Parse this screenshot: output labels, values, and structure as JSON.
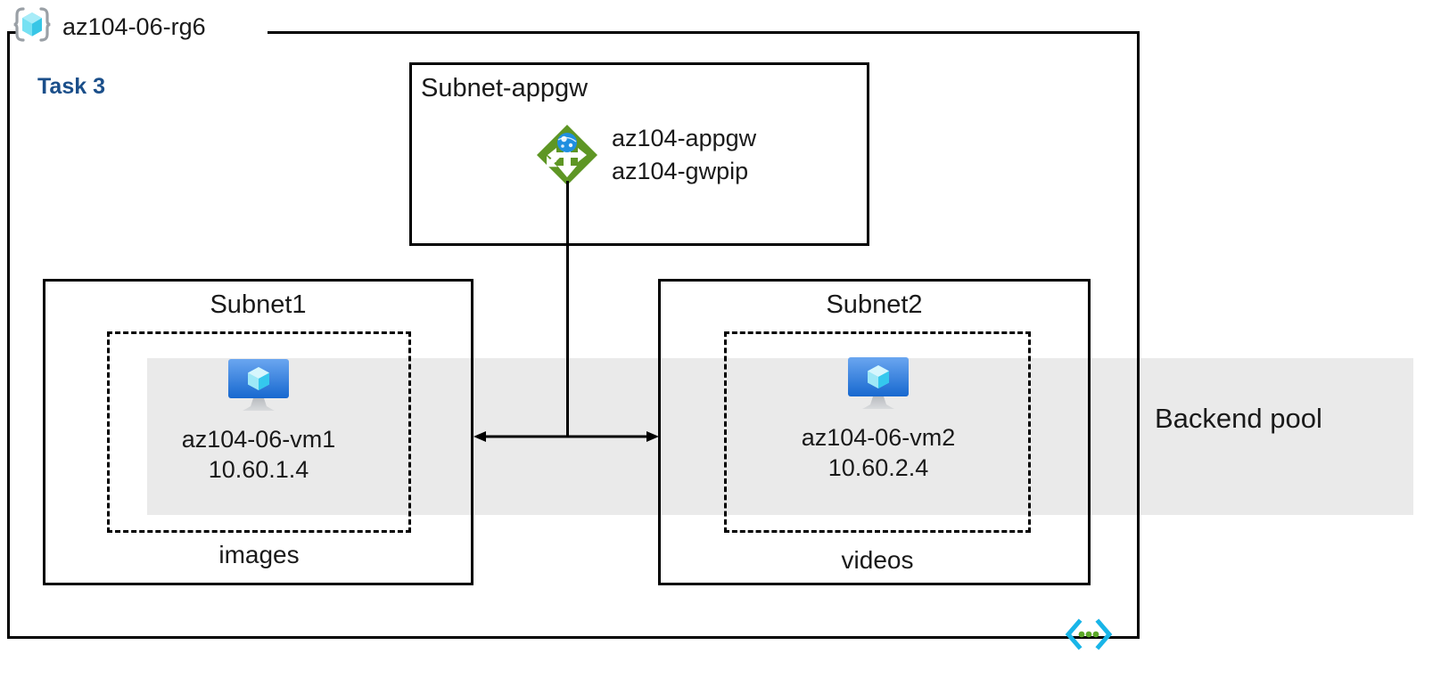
{
  "diagram": {
    "title": "az104-06-rg6",
    "task_label": "Task 3",
    "resource_group_icon": "resource-group-icon",
    "vnet_icon": "virtual-network-icon"
  },
  "backend_pool": {
    "label": "Backend pool",
    "band_color": "#eaeaea"
  },
  "subnets": [
    {
      "name": "Subnet-appgw",
      "node": {
        "icon": "application-gateway-icon",
        "labels": [
          "az104-appgw",
          "az104-gwpip"
        ]
      }
    },
    {
      "name": "Subnet1",
      "caption": "images",
      "vm": {
        "icon": "virtual-machine-icon",
        "name": "az104-06-vm1",
        "ip": "10.60.1.4"
      }
    },
    {
      "name": "Subnet2",
      "caption": "videos",
      "vm": {
        "icon": "virtual-machine-icon",
        "name": "az104-06-vm2",
        "ip": "10.60.2.4"
      }
    }
  ],
  "colors": {
    "task_text": "#1b4f8a",
    "appgw_green": "#5e9624",
    "vm_blue": "#2a7ad9",
    "cube_cyan": "#9fe7f5",
    "vnet_cyan": "#19b5e8",
    "vnet_dot_green": "#5ba828",
    "stroke": "#000000"
  }
}
